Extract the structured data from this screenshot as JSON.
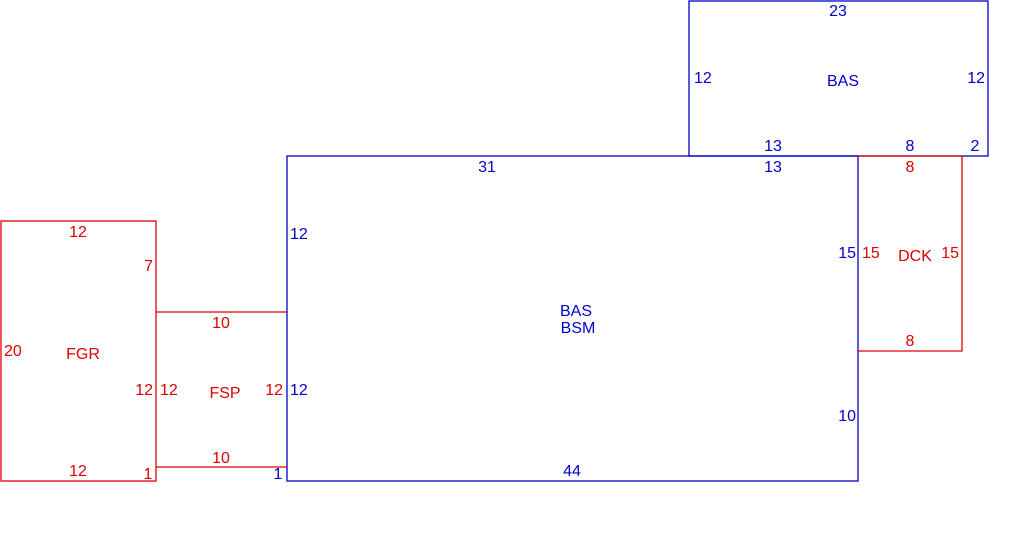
{
  "colors": {
    "background": "#ffffff",
    "blue": "#0000cc",
    "red": "#dd0000"
  },
  "areas": {
    "bas_upper": {
      "name": "BAS",
      "top": "23",
      "left": "12",
      "right": "12",
      "bottom_left": "13",
      "bottom_mid": "8",
      "bottom_right": "2"
    },
    "main": {
      "name_line1": "BAS",
      "name_line2": "BSM",
      "top_left": "31",
      "top_right": "13",
      "left_upper": "12",
      "left_lower": "12",
      "right_upper": "15",
      "right_lower": "10",
      "bottom": "44",
      "bottom_left": "1"
    },
    "dck": {
      "name": "DCK",
      "top": "8",
      "left": "15",
      "right": "15",
      "bottom": "8"
    },
    "fgr": {
      "name": "FGR",
      "top": "12",
      "left": "20",
      "right_upper": "7",
      "right_lower": "12",
      "bottom": "12",
      "bottom_right": "1"
    },
    "fsp": {
      "name": "FSP",
      "top": "10",
      "left": "12",
      "right": "12",
      "bottom": "10"
    }
  }
}
